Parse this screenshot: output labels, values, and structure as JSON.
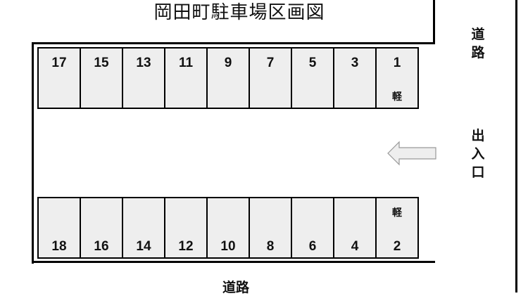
{
  "title": "岡田町駐車場区画図",
  "labels": {
    "road_right": "道路",
    "entrance": "出入口",
    "road_bottom": "道路",
    "kei_mark": "軽"
  },
  "entrance_arrow": {
    "direction": "left",
    "fill": "#eeeeee",
    "stroke": "#999999"
  },
  "colors": {
    "space_fill": "#eeeeee",
    "line": "#000000"
  },
  "top_row": [
    {
      "number": "17",
      "note": ""
    },
    {
      "number": "15",
      "note": ""
    },
    {
      "number": "13",
      "note": ""
    },
    {
      "number": "11",
      "note": ""
    },
    {
      "number": "9",
      "note": ""
    },
    {
      "number": "7",
      "note": ""
    },
    {
      "number": "5",
      "note": ""
    },
    {
      "number": "3",
      "note": ""
    },
    {
      "number": "1",
      "note": "軽"
    }
  ],
  "bottom_row": [
    {
      "number": "18",
      "note": ""
    },
    {
      "number": "16",
      "note": ""
    },
    {
      "number": "14",
      "note": ""
    },
    {
      "number": "12",
      "note": ""
    },
    {
      "number": "10",
      "note": ""
    },
    {
      "number": "8",
      "note": ""
    },
    {
      "number": "6",
      "note": ""
    },
    {
      "number": "4",
      "note": ""
    },
    {
      "number": "2",
      "note": "軽"
    }
  ]
}
